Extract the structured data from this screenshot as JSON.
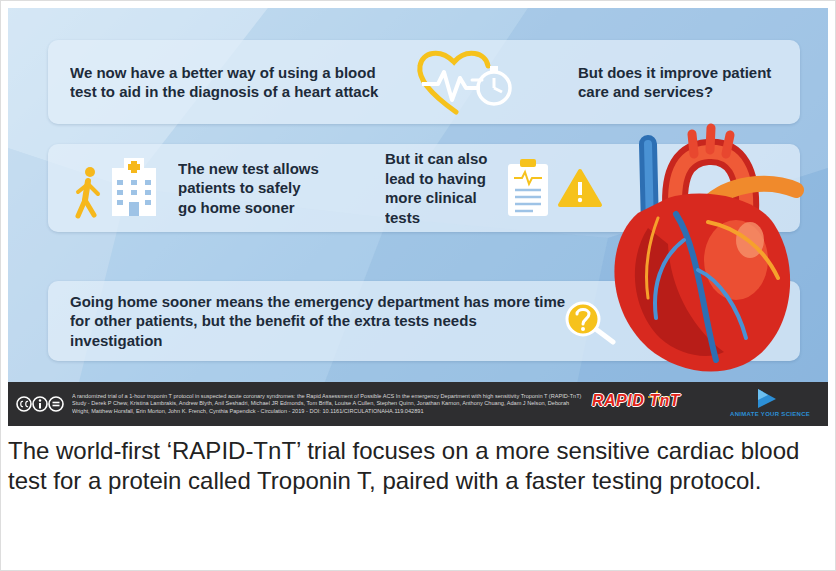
{
  "diagram": {
    "caption": "The world-first ‘RAPID-TnT’ trial focuses on a more sensitive cardiac blood test for a protein called Troponin T, paired with a faster testing protocol.",
    "nodes": [
      {
        "text": [
          "We now have a better way of using a blood test to aid in the diagnosis of a heart attack",
          "But does it improve patient care and services?"
        ]
      },
      {
        "text": [
          "The new test allows patients to safely go home sooner",
          "But it can also lead to having more clinical tests"
        ]
      },
      {
        "text": [
          "Going home sooner means the emergency department has more time for other patients, but the benefit of the extra tests needs investigation"
        ]
      },
      {
        "text": [
          "A randomized trial of a 1-hour troponin T protocol in suspected acute coronary syndromes: the Rapid Assessment of Possible ACS In the emergency Department with high sensitivity Troponin T (RAPID-TnT) Study - Derek P Chew, Kristina Lambrakis, Andrew Blyth, Anil Seshadri, Michael JR Edmonds, Tom Briffa, Louise A Cullen, Stephen Quinn, Jonathan Karnon, Anthony Chuang, Adam J Nelson, Deborah Wright, Matthew Horsfall, Erin Morton, John K. French, Cynthia Papendick - Circulation - 2019 - DOI: 10.1161/CIRCULATIONAHA.119.042891"
        ]
      }
    ],
    "labels": [
      "RAPID TnT",
      "ANIMATE YOUR SCIENCE"
    ]
  }
}
